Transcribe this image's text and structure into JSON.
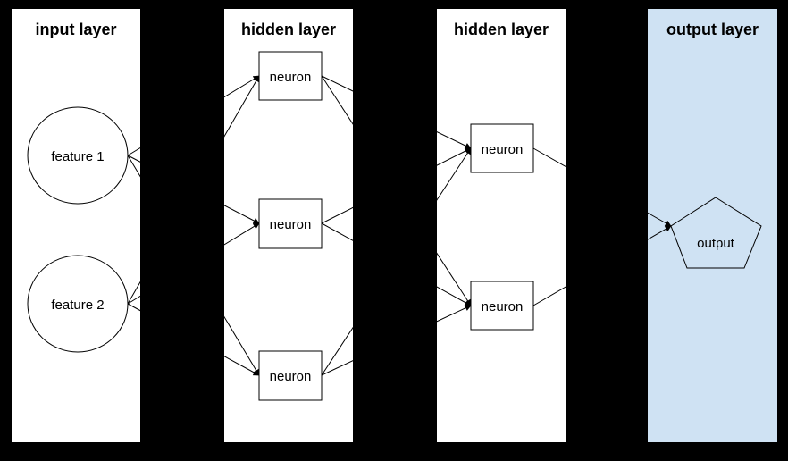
{
  "diagram": {
    "type": "neural-network-diagram",
    "colors": {
      "background": "#000000",
      "panel_fill": "#ffffff",
      "output_panel_fill": "#cfe2f3",
      "edge_color": "#000000",
      "text_color": "#000000"
    },
    "layers": [
      {
        "title": "input layer",
        "nodes": [
          {
            "label": "feature 1",
            "shape": "circle"
          },
          {
            "label": "feature 2",
            "shape": "circle"
          }
        ]
      },
      {
        "title": "hidden layer",
        "nodes": [
          {
            "label": "neuron",
            "shape": "rectangle"
          },
          {
            "label": "neuron",
            "shape": "rectangle"
          },
          {
            "label": "neuron",
            "shape": "rectangle"
          }
        ]
      },
      {
        "title": "hidden layer",
        "nodes": [
          {
            "label": "neuron",
            "shape": "rectangle"
          },
          {
            "label": "neuron",
            "shape": "rectangle"
          }
        ]
      },
      {
        "title": "output layer",
        "nodes": [
          {
            "label": "output",
            "shape": "pentagon"
          }
        ]
      }
    ],
    "connections": [
      "feature 1 -> each hidden layer 1 neuron",
      "feature 2 -> each hidden layer 1 neuron",
      "each hidden layer 1 neuron -> each hidden layer 2 neuron",
      "each hidden layer 2 neuron -> output"
    ]
  }
}
